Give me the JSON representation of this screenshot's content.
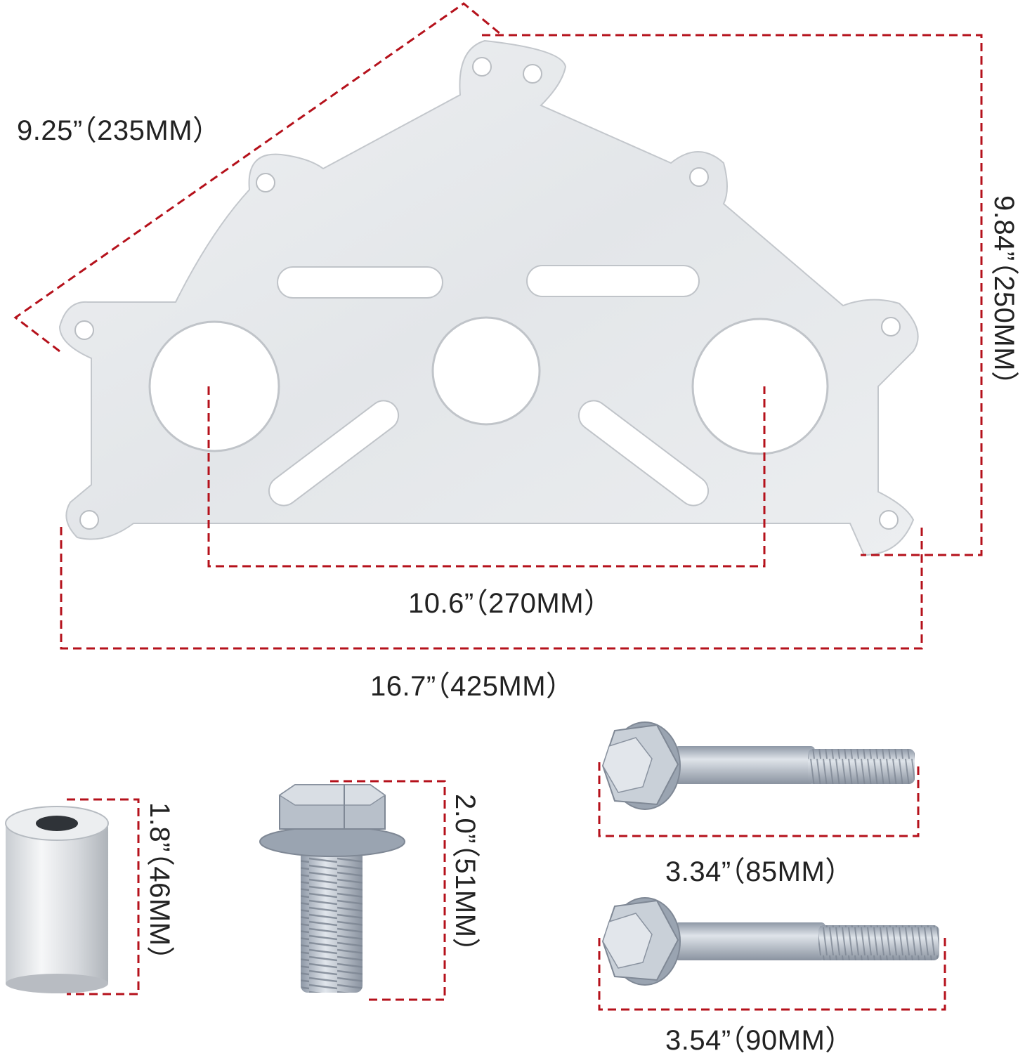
{
  "colors": {
    "dimension_line": "#b5111b",
    "plate": "#e7e9eb",
    "plate_edge": "#c9ccd0",
    "bolt_steel": "#aab3bf",
    "spacer": "#dfe2e6",
    "text": "#222222"
  },
  "dimensions": {
    "plate_diagonal": "9.25”（235MM）",
    "plate_height": "9.84”（250MM）",
    "hole_spacing": "10.6”（270MM）",
    "plate_width": "16.7”（425MM）",
    "spacer_length": "1.8”（46MM）",
    "short_bolt_length": "2.0”（51MM）",
    "bolt_85_length": "3.34”（85MM）",
    "bolt_90_length": "3.54”（90MM）"
  },
  "parts": {
    "plate": "mounting-plate",
    "spacer": "cylindrical-spacer",
    "short_bolt": "flange-hex-bolt-short",
    "bolt_85": "flange-hex-bolt-85mm",
    "bolt_90": "flange-hex-bolt-90mm"
  }
}
